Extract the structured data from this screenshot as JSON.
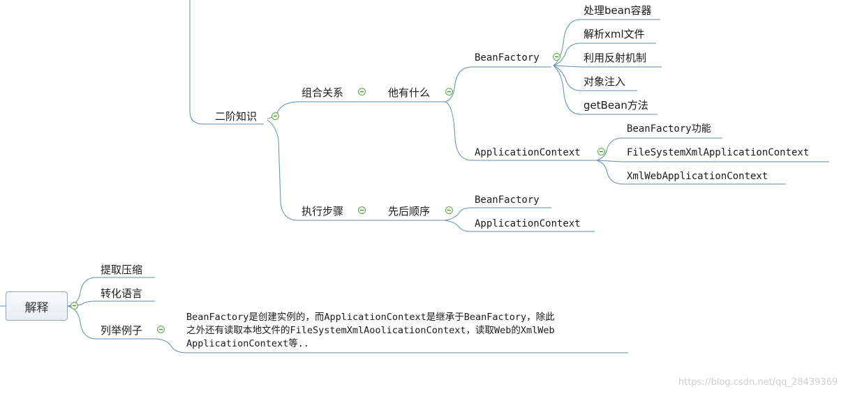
{
  "nodes": {
    "level2": "二阶知识",
    "composition": "组合关系",
    "what_it_has": "他有什么",
    "beanfactory": "BeanFactory",
    "bf_children": [
      "处理bean容器",
      "解析xml文件",
      "利用反射机制",
      "对象注入",
      "getBean方法"
    ],
    "appcontext": "ApplicationContext",
    "ac_children": [
      "BeanFactory功能",
      "FileSystemXmlApplicationContext",
      "XmlWebApplicationContext"
    ],
    "exec_steps": "执行步骤",
    "order": "先后顺序",
    "order_children": [
      "BeanFactory",
      "ApplicationContext"
    ],
    "explain": "解释",
    "explain_children": [
      "提取压缩",
      "转化语言",
      "列举例子"
    ],
    "example_text": [
      "BeanFactory是创建实例的，而ApplicationContext是继承于BeanFactory，除此",
      "之外还有读取本地文件的FileSystemXmlAoolicationContext，读取Web的XmlWeb",
      "ApplicationContext等.."
    ]
  },
  "watermark": "https://blog.csdn.net/qq_28439369",
  "colors": {
    "line": "#5b8db0",
    "toggle": "#6aa84f"
  }
}
